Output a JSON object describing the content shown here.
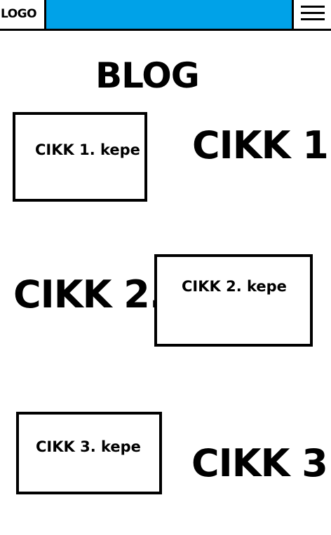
{
  "header": {
    "logo_text": "LOGO",
    "menu_icon": "hamburger-menu-icon",
    "bar_color": "#00a2e8"
  },
  "page": {
    "title": "BLOG"
  },
  "articles": [
    {
      "title": "CIKK 1.",
      "image_label": "CIKK 1. kepe"
    },
    {
      "title": "CIKK 2.",
      "image_label": "CIKK 2. kepe"
    },
    {
      "title": "CIKK 3.",
      "image_label": "CIKK 3. kepe"
    }
  ]
}
